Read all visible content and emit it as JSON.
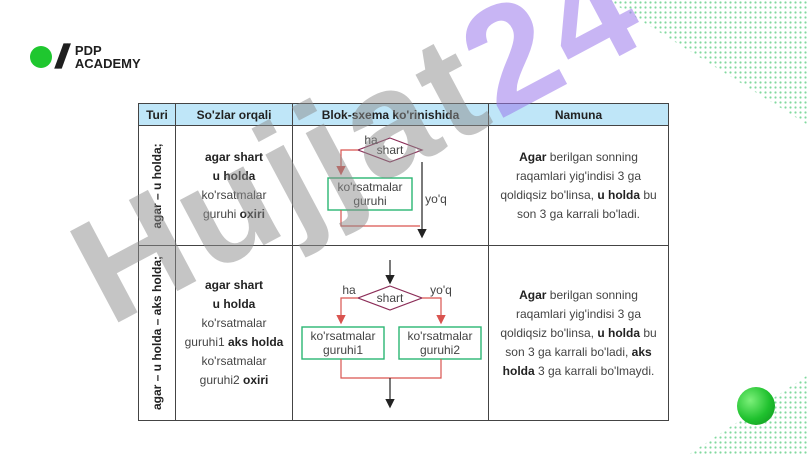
{
  "logo": {
    "line1": "PDP",
    "line2": "ACADEMY"
  },
  "table": {
    "headers": [
      "Turi",
      "So'zlar orqali",
      "Blok-sxema ko'rinishida",
      "Namuna"
    ],
    "rows": [
      {
        "type": "agar – u holda;",
        "words": [
          "agar shart",
          "u holda",
          "ko'rsatmalar",
          "guruhi",
          "oxiri"
        ],
        "diagram": {
          "condition": "shart",
          "yes": "ha",
          "no": "yo'q",
          "block1_line1": "ko'rsatmalar",
          "block1_line2": "guruhi"
        },
        "sample": {
          "a": "Agar",
          "b": " berilgan sonning raqamlari yig'indisi 3 ga qoldiqsiz bo'linsa, ",
          "c": "u holda",
          "d": " bu son 3 ga karrali bo'ladi."
        }
      },
      {
        "type": "agar – u holda – aks holda;",
        "words": [
          "agar shart",
          "u holda",
          "ko'rsatmalar",
          "guruhi1",
          "aks holda",
          "ko'rsatmalar",
          "guruhi2",
          "oxiri"
        ],
        "diagram": {
          "condition": "shart",
          "yes": "ha",
          "no": "yo'q",
          "block1_line1": "ko'rsatmalar",
          "block1_line2": "guruhi1",
          "block2_line1": "ko'rsatmalar",
          "block2_line2": "guruhi2"
        },
        "sample": {
          "a": "Agar",
          "b": " berilgan sonning raqamlari yig'indisi 3 ga qoldiqsiz bo'linsa, ",
          "c": "u holda",
          "d": " bu son 3 ga karrali bo'ladi, ",
          "e": "aks holda",
          "f": " 3 ga karrali bo'lmaydi."
        }
      }
    ]
  },
  "watermark": {
    "part1": "Hujjat",
    "part2": "24"
  },
  "colors": {
    "header_bg": "#bfe6f8",
    "block_border": "#2bb673",
    "arrow_red": "#d9534f",
    "diamond": "#8b2c57",
    "accent_green": "#1fc72f"
  }
}
